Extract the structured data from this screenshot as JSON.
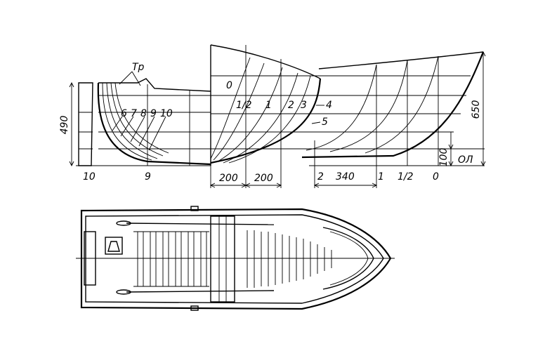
{
  "drawing": {
    "profile_labels": {
      "transom": "Тр",
      "height": "490",
      "station_10": "10",
      "station_9": "9",
      "stations_aft": [
        "6",
        "7",
        "8",
        "9",
        "10"
      ]
    },
    "body_plan_labels": {
      "stations_left": [
        "0",
        "1/2",
        "1",
        "2",
        "3"
      ],
      "stations_right": [
        "4",
        "5"
      ],
      "dim_a": "200",
      "dim_b": "200"
    },
    "bow_labels": {
      "height_total": "650",
      "height_base": "100",
      "baseline": "ОЛ",
      "station_2": "2",
      "dim_spacing": "340",
      "station_1": "1",
      "station_half": "1/2",
      "station_0": "0"
    }
  }
}
